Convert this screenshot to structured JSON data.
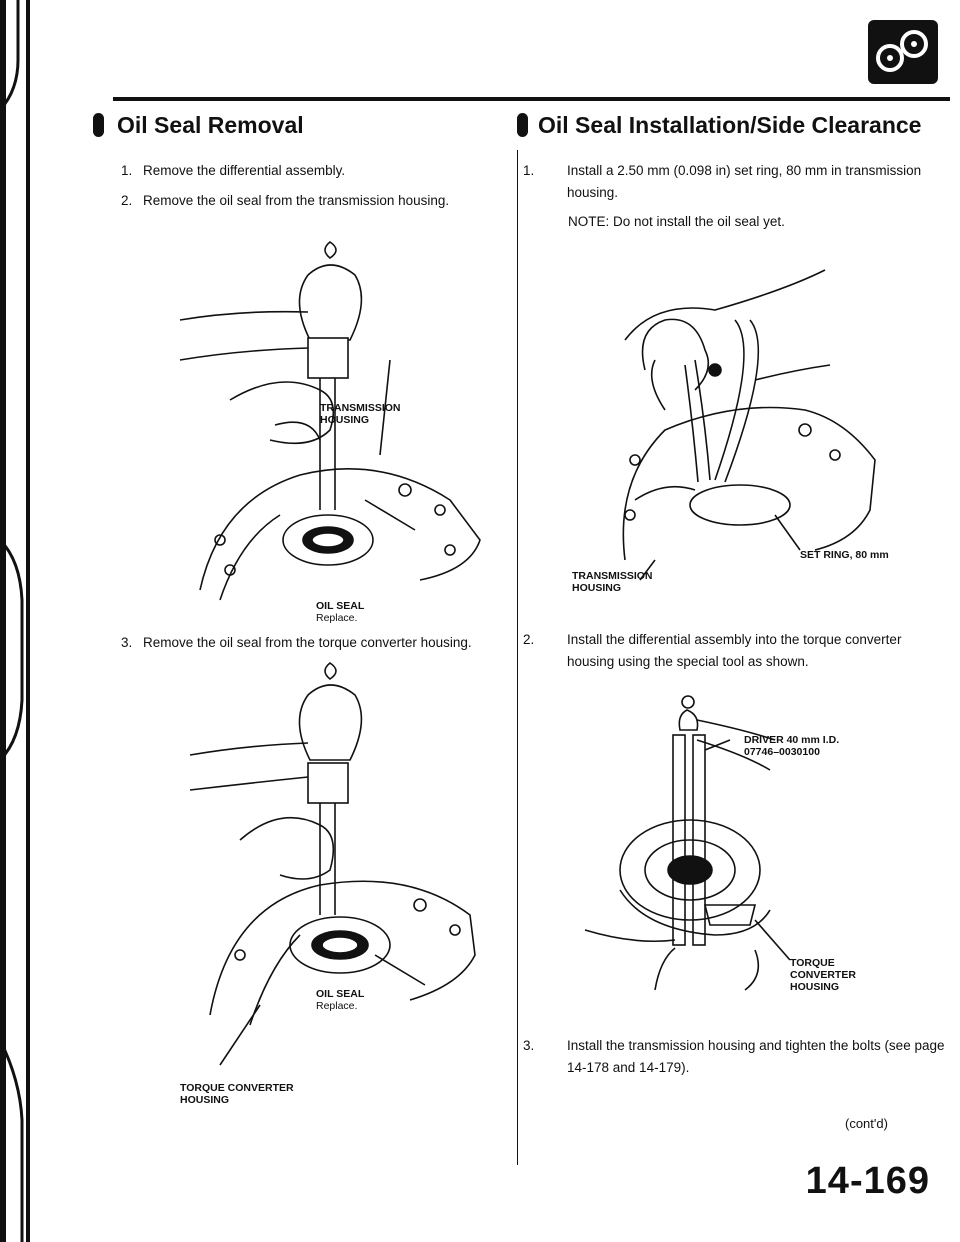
{
  "left": {
    "title": "Oil Seal Removal",
    "steps": [
      {
        "num": "1.",
        "text": "Remove the differential assembly."
      },
      {
        "num": "2.",
        "text": "Remove the oil seal from the transmission housing."
      },
      {
        "num": "3.",
        "text": "Remove the oil seal from the torque converter housing."
      }
    ],
    "fig1": {
      "label_housing": "TRANSMISSION\nHOUSING",
      "label_seal": "OIL SEAL",
      "label_seal_sub": "Replace."
    },
    "fig2": {
      "label_seal": "OIL SEAL",
      "label_seal_sub": "Replace.",
      "label_housing": "TORQUE CONVERTER\nHOUSING"
    }
  },
  "right": {
    "title": "Oil Seal Installation/Side Clearance",
    "steps": [
      {
        "num": "1.",
        "text": "Install a 2.50 mm (0.098 in) set ring, 80 mm in transmission housing."
      },
      {
        "num": "2.",
        "text": "Install the differential assembly into the torque converter housing using the special tool as shown."
      },
      {
        "num": "3.",
        "text": "Install the transmission housing and tighten the bolts (see page 14-178 and 14-179)."
      }
    ],
    "note": "NOTE:  Do not install the oil seal yet.",
    "fig3": {
      "label_ring": "SET RING, 80 mm",
      "label_housing": "TRANSMISSION\nHOUSING"
    },
    "fig4": {
      "label_driver": "DRIVER 40 mm I.D.\n07746–0030100",
      "label_housing": "TORQUE\nCONVERTER\nHOUSING"
    },
    "contd": "(cont'd)"
  },
  "page_number": "14-169",
  "icons": {
    "logo": "gear-transmission-icon"
  }
}
